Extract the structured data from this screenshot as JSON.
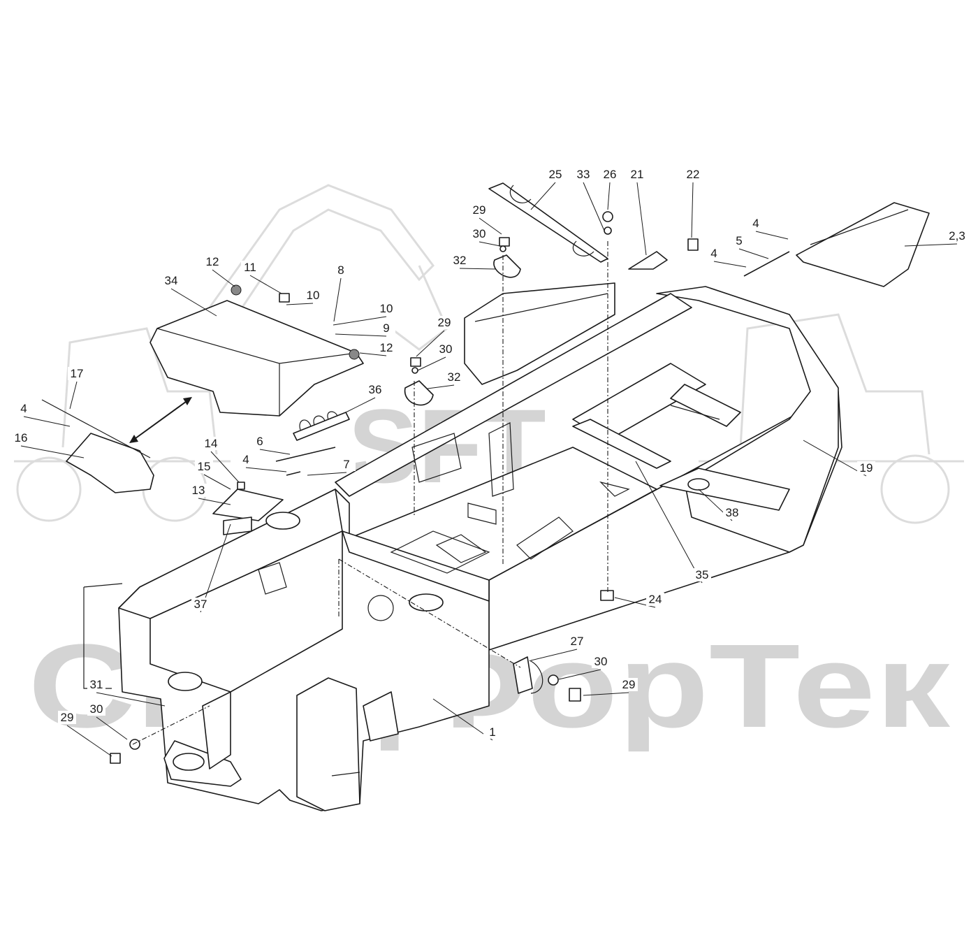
{
  "watermark": {
    "logo_text": "SFT",
    "brand_text": "СпецФорТек",
    "color": "#d4d4d4"
  },
  "diagram": {
    "line_color": "#1a1a1a",
    "callouts": [
      {
        "id": "c25",
        "label": "25"
      },
      {
        "id": "c33",
        "label": "33"
      },
      {
        "id": "c26",
        "label": "26"
      },
      {
        "id": "c21",
        "label": "21"
      },
      {
        "id": "c22",
        "label": "22"
      },
      {
        "id": "c29a",
        "label": "29"
      },
      {
        "id": "c30a",
        "label": "30"
      },
      {
        "id": "c32a",
        "label": "32"
      },
      {
        "id": "c4a",
        "label": "4"
      },
      {
        "id": "c5",
        "label": "5"
      },
      {
        "id": "c4b",
        "label": "4"
      },
      {
        "id": "c23",
        "label": "2,3"
      },
      {
        "id": "c12a",
        "label": "12"
      },
      {
        "id": "c11",
        "label": "11"
      },
      {
        "id": "c8",
        "label": "8"
      },
      {
        "id": "c34",
        "label": "34"
      },
      {
        "id": "c10a",
        "label": "10"
      },
      {
        "id": "c10b",
        "label": "10"
      },
      {
        "id": "c9",
        "label": "9"
      },
      {
        "id": "c12b",
        "label": "12"
      },
      {
        "id": "c29b",
        "label": "29"
      },
      {
        "id": "c30b",
        "label": "30"
      },
      {
        "id": "c32b",
        "label": "32"
      },
      {
        "id": "c36",
        "label": "36"
      },
      {
        "id": "c17",
        "label": "17"
      },
      {
        "id": "c4c",
        "label": "4"
      },
      {
        "id": "c16",
        "label": "16"
      },
      {
        "id": "c6",
        "label": "6"
      },
      {
        "id": "c4d",
        "label": "4"
      },
      {
        "id": "c7",
        "label": "7"
      },
      {
        "id": "c14",
        "label": "14"
      },
      {
        "id": "c15",
        "label": "15"
      },
      {
        "id": "c13",
        "label": "13"
      },
      {
        "id": "c19",
        "label": "19"
      },
      {
        "id": "c38",
        "label": "38"
      },
      {
        "id": "c35",
        "label": "35"
      },
      {
        "id": "c37",
        "label": "37"
      },
      {
        "id": "c24",
        "label": "24"
      },
      {
        "id": "c27",
        "label": "27"
      },
      {
        "id": "c30c",
        "label": "30"
      },
      {
        "id": "c29c",
        "label": "29"
      },
      {
        "id": "c31",
        "label": "31"
      },
      {
        "id": "c30d",
        "label": "30"
      },
      {
        "id": "c29d",
        "label": "29"
      },
      {
        "id": "c1",
        "label": "1"
      }
    ]
  }
}
